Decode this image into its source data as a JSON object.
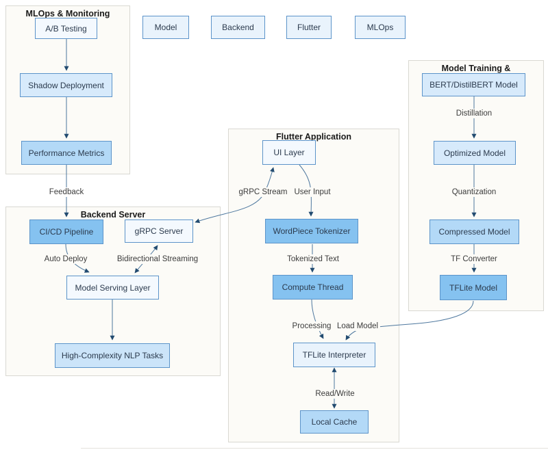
{
  "palette": {
    "node_border": "#5B93C9",
    "edge_line": "#4D779E",
    "arrowhead": "#224B70",
    "fill_near_white": "#F4F9FE",
    "fill_lightest": "#E9F3FC",
    "fill_light": "#D7EAFB",
    "fill_light_medium": "#CBE4F9",
    "fill_medium": "#B3D9F7",
    "fill_strong": "#85C2F0",
    "group_background": "#FCFBF7",
    "group_border": "#D9D8D2"
  },
  "legend": {
    "items": [
      {
        "label": "Model"
      },
      {
        "label": "Backend"
      },
      {
        "label": "Flutter"
      },
      {
        "label": "MLOps"
      }
    ]
  },
  "groups": {
    "mlops": {
      "title": "MLOps & Monitoring"
    },
    "backend": {
      "title": "Backend Server"
    },
    "flutter": {
      "title": "Flutter Application"
    },
    "model_training": {
      "title": "Model Training &"
    }
  },
  "nodes": {
    "ab_testing": "A/B Testing",
    "shadow_deployment": "Shadow Deployment",
    "performance_metrics": "Performance Metrics",
    "cicd_pipeline": "CI/CD Pipeline",
    "grpc_server": "gRPC Server",
    "model_serving_layer": "Model Serving Layer",
    "high_complexity_nlp": "High-Complexity NLP Tasks",
    "ui_layer": "UI Layer",
    "wordpiece_tokenizer": "WordPiece Tokenizer",
    "compute_thread": "Compute Thread",
    "tflite_interpreter": "TFLite Interpreter",
    "local_cache": "Local Cache",
    "bert_model": "BERT/DistilBERT Model",
    "optimized_model": "Optimized Model",
    "compressed_model": "Compressed Model",
    "tflite_model": "TFLite Model"
  },
  "edge_labels": {
    "feedback": "Feedback",
    "auto_deploy": "Auto Deploy",
    "bidirectional_streaming": "Bidirectional Streaming",
    "grpc_stream": "gRPC Stream",
    "user_input": "User Input",
    "tokenized_text": "Tokenized Text",
    "processing": "Processing",
    "load_model": "Load Model",
    "read_write": "Read/Write",
    "distillation": "Distillation",
    "quantization": "Quantization",
    "tf_converter": "TF Converter"
  }
}
